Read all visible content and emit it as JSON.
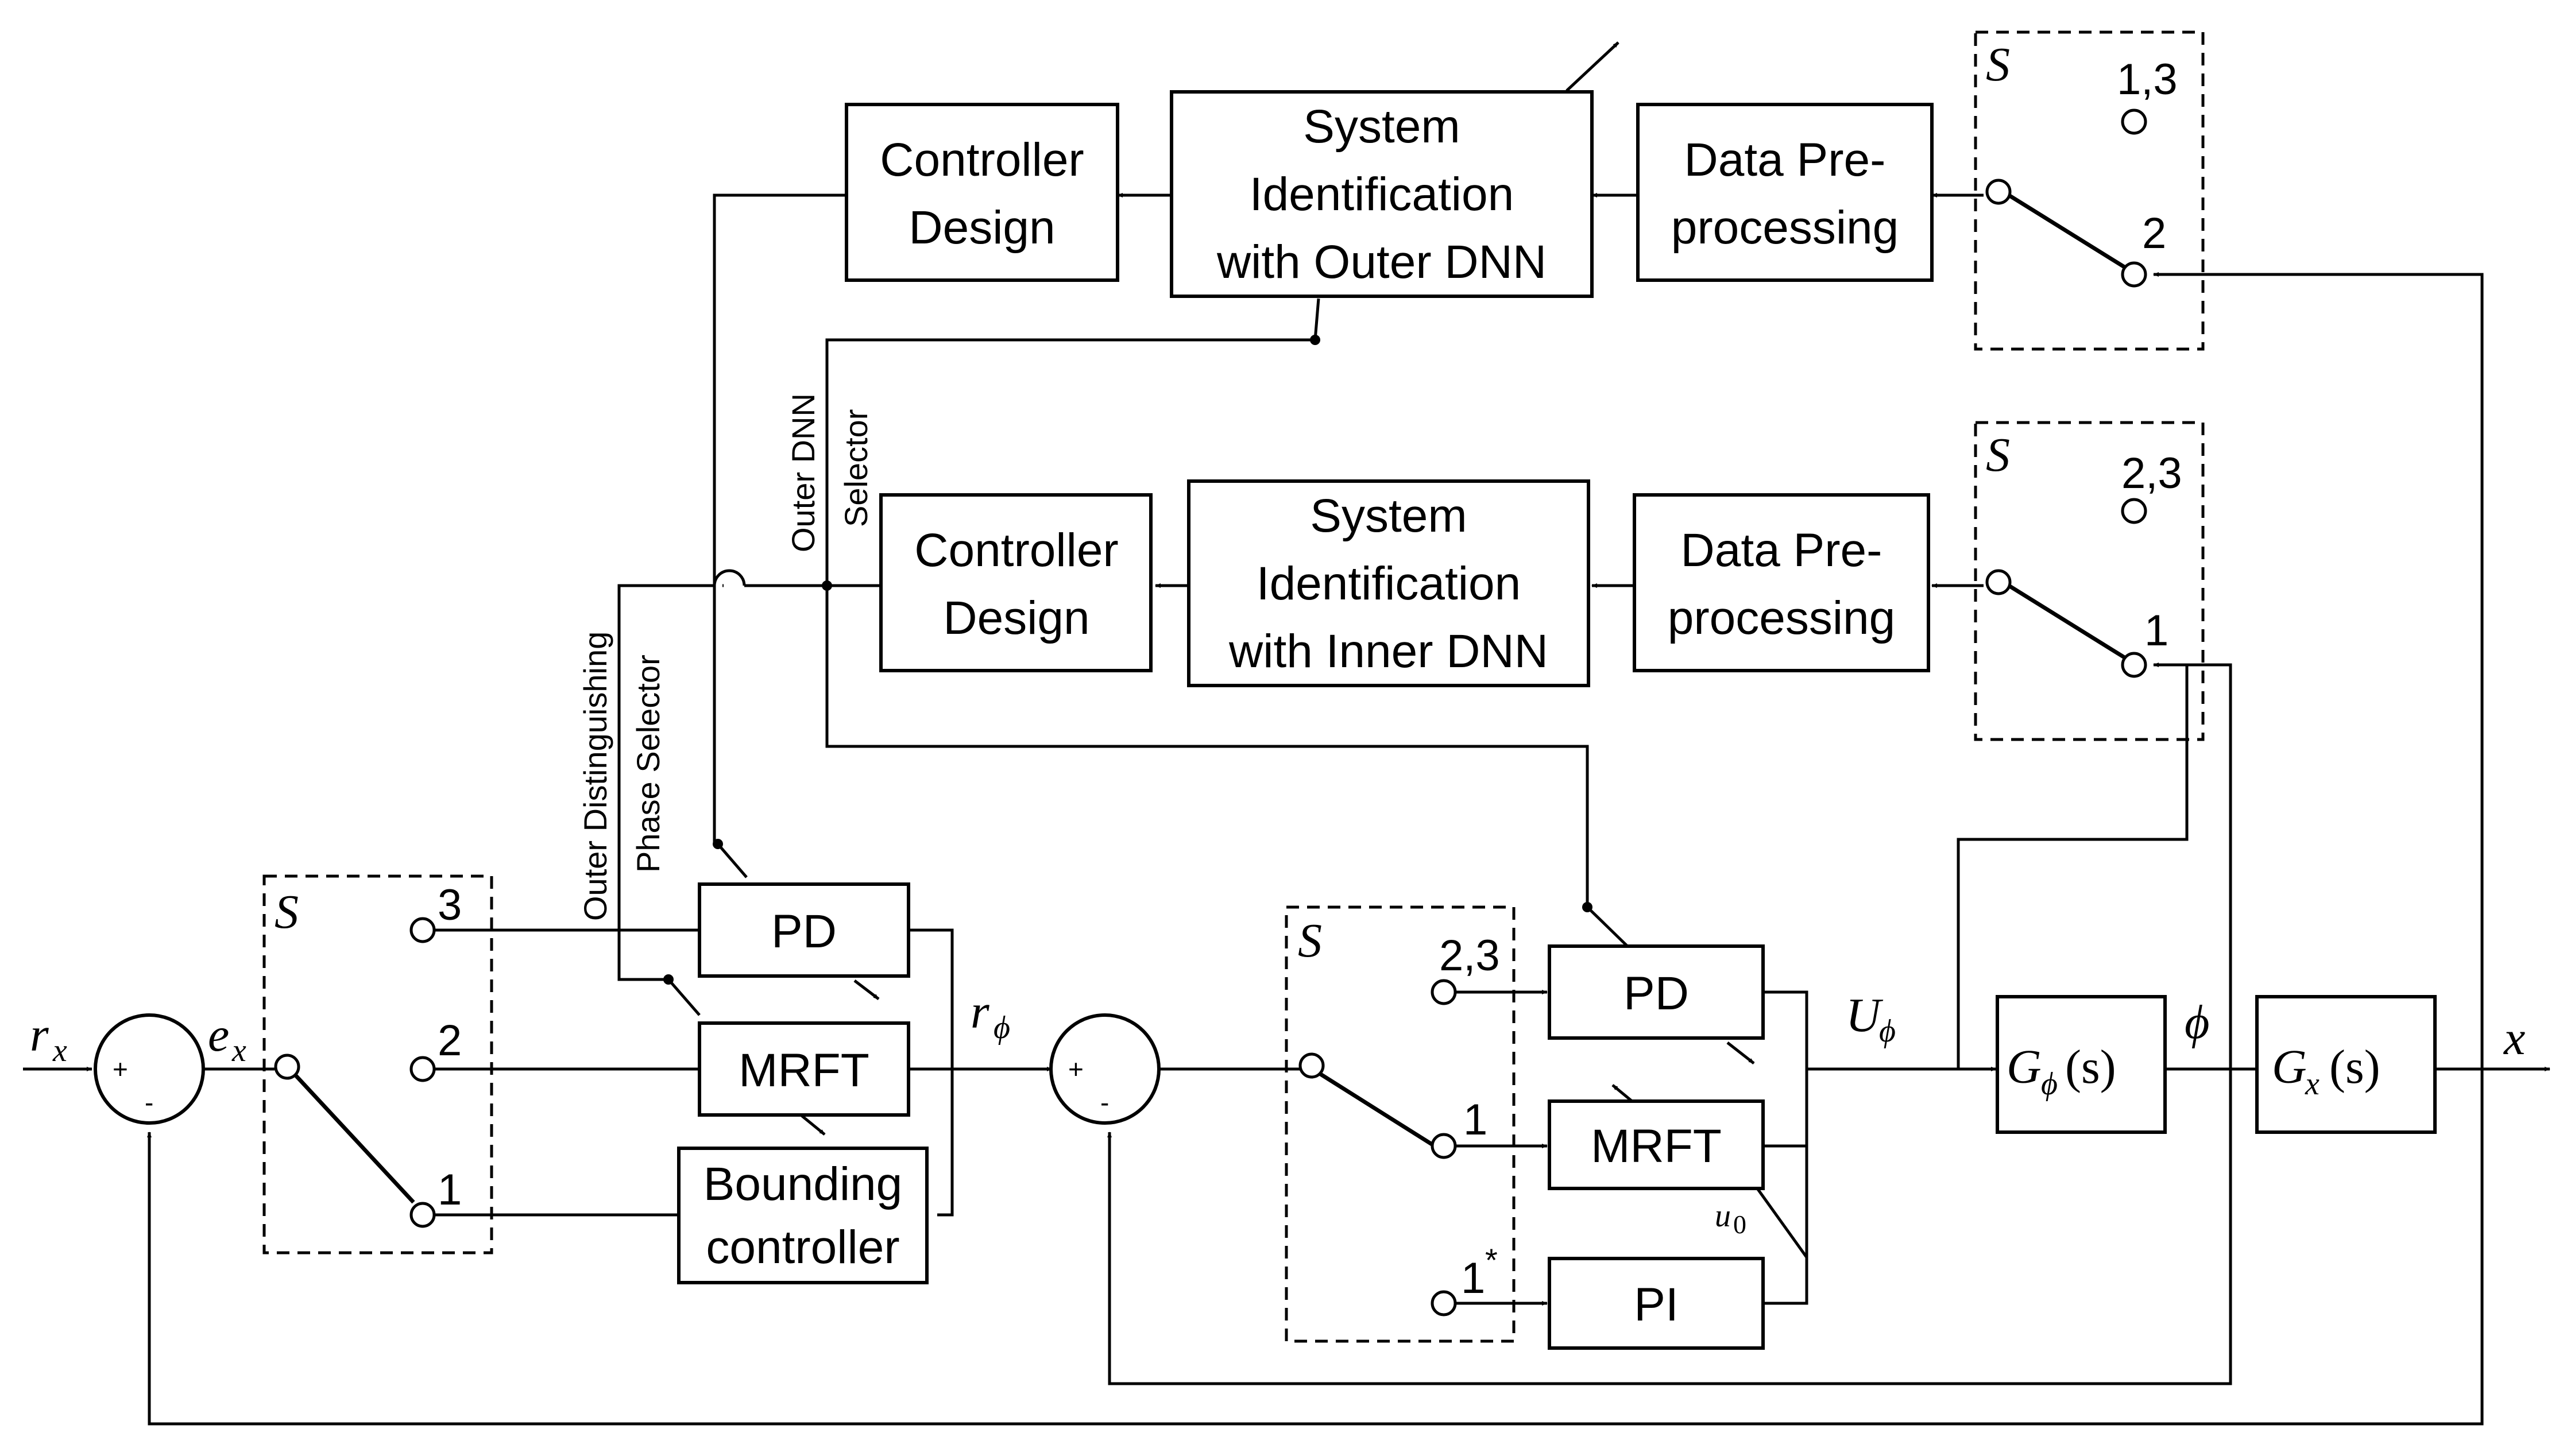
{
  "top_branch": {
    "controller_design": [
      "Controller",
      "Design"
    ],
    "system_identification": [
      "System",
      "Identification",
      "with Outer DNN"
    ],
    "data_preprocessing": [
      "Data Pre-",
      "processing"
    ],
    "switch": {
      "label": "S",
      "pos_a": "1,3",
      "pos_b": "2"
    }
  },
  "middle_branch": {
    "controller_design": [
      "Controller",
      "Design"
    ],
    "system_identification": [
      "System",
      "Identification",
      "with Inner DNN"
    ],
    "data_preprocessing": [
      "Data Pre-",
      "processing"
    ],
    "switch": {
      "label": "S",
      "pos_a": "2,3",
      "pos_b": "1"
    }
  },
  "selectors": {
    "outer_dnn_selector": [
      "Outer DNN",
      "Selector"
    ],
    "outer_phase_selector": [
      "Outer Distinguishing",
      "Phase Selector"
    ]
  },
  "outer_loop": {
    "input_ref": "r",
    "input_ref_sub": "x",
    "error": "e",
    "error_sub": "x",
    "switch": {
      "label": "S",
      "pos_3": "3",
      "pos_2": "2",
      "pos_1": "1"
    },
    "pd": "PD",
    "mrft": "MRFT",
    "bounding_controller": [
      "Bounding",
      "controller"
    ],
    "output_ref": "r",
    "output_ref_sub": "ϕ"
  },
  "inner_loop": {
    "switch": {
      "label": "S",
      "pos_23": "2,3",
      "pos_1": "1",
      "pos_1star": "1",
      "pos_1star_sup": "*"
    },
    "pd": "PD",
    "mrft": "MRFT",
    "pi": "PI",
    "bias_label": "u",
    "bias_sub": "0",
    "control_output": "U",
    "control_output_sub": "ϕ"
  },
  "plant": {
    "g_phi": "G",
    "g_phi_sub": "ϕ",
    "g_phi_arg": "(s)",
    "phi_label": "ϕ",
    "g_x": "G",
    "g_x_sub": "x",
    "g_x_arg": "(s)",
    "output": "x"
  },
  "summing_signs": {
    "plus": "+",
    "minus": "-"
  }
}
